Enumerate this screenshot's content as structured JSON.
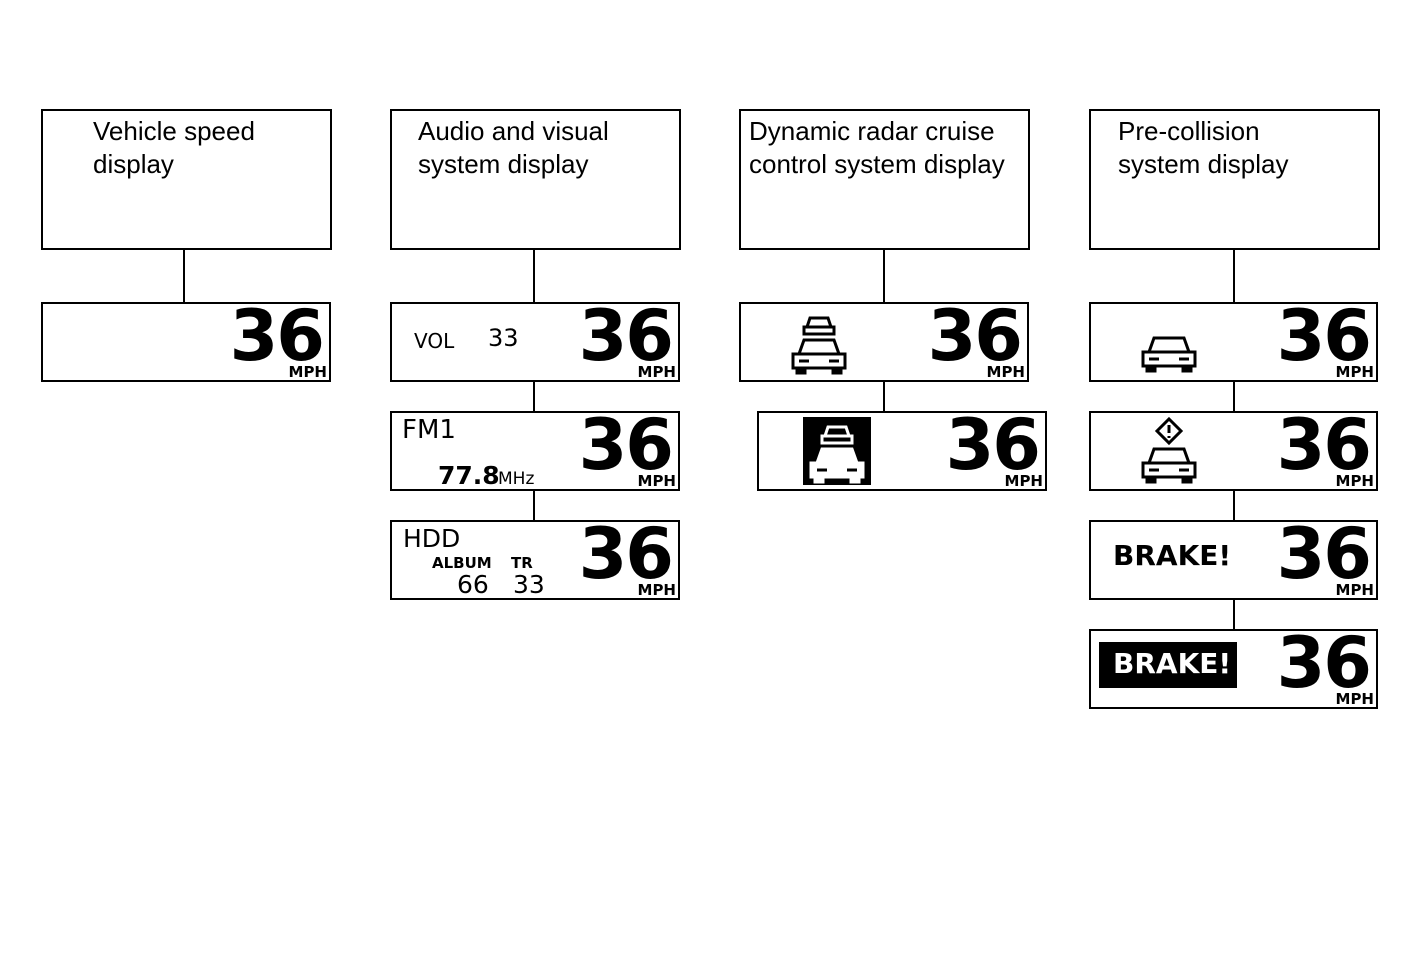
{
  "columns": [
    {
      "title": "Vehicle speed\ndisplay"
    },
    {
      "title": "Audio and visual\nsystem display"
    },
    {
      "title": "Dynamic radar cruise\ncontrol system display"
    },
    {
      "title": "Pre-collision\nsystem display"
    }
  ],
  "speed": {
    "value": "36",
    "unit": "MPH"
  },
  "audio": {
    "vol_label": "VOL",
    "vol_value": "33",
    "band": "FM1",
    "frequency": "77.8",
    "freq_unit": "MHz",
    "source": "HDD",
    "album_label": "ALBUM",
    "track_label": "TR",
    "album_value": "66",
    "track_value": "33"
  },
  "radar": {
    "icons": [
      "two-cars-icon",
      "two-cars-highlighted-icon"
    ]
  },
  "precollision": {
    "brake_label": "BRAKE!",
    "icons": [
      "car-icon",
      "car-warning-icon"
    ]
  }
}
